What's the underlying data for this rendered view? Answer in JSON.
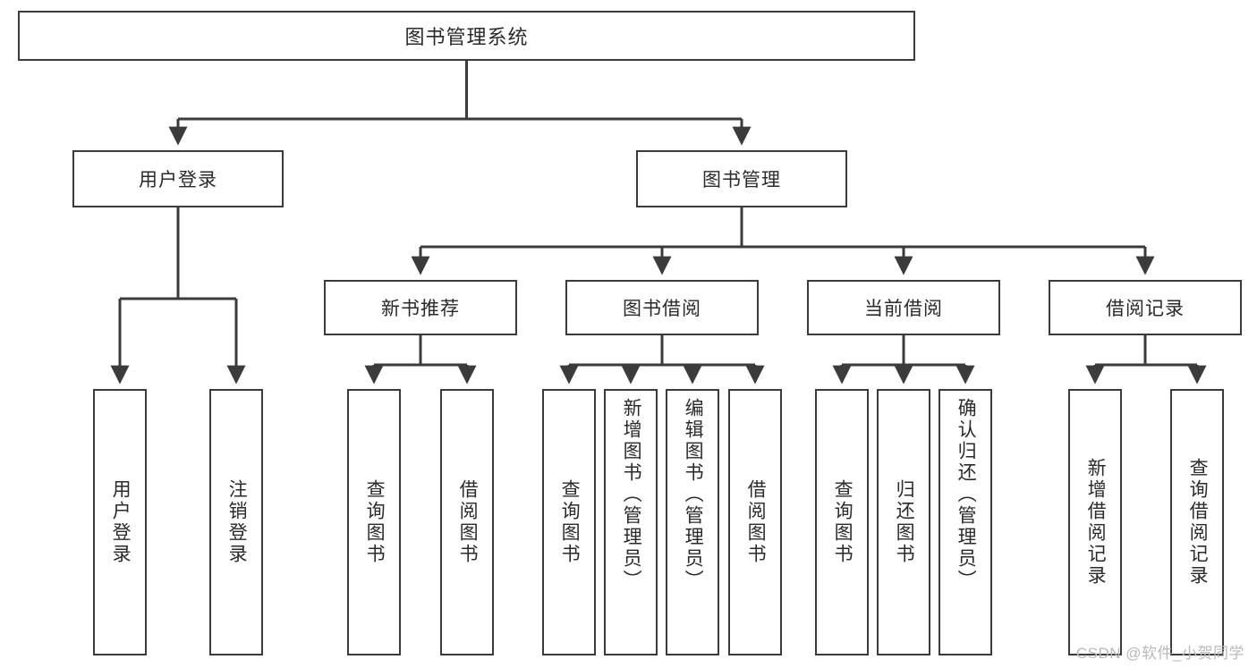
{
  "diagram": {
    "title": "图书管理系统",
    "type": "tree",
    "root": {
      "id": "root",
      "label": "图书管理系统"
    },
    "level2": [
      {
        "id": "user-login",
        "label": "用户登录"
      },
      {
        "id": "book-manage",
        "label": "图书管理"
      }
    ],
    "level3": [
      {
        "id": "new-book-recommend",
        "label": "新书推荐",
        "parent": "book-manage"
      },
      {
        "id": "book-borrow",
        "label": "图书借阅",
        "parent": "book-manage"
      },
      {
        "id": "current-borrow",
        "label": "当前借阅",
        "parent": "book-manage"
      },
      {
        "id": "borrow-record",
        "label": "借阅记录",
        "parent": "book-manage"
      }
    ],
    "leaves": [
      {
        "id": "leaf-user-login",
        "label": "用户登录",
        "parent": "user-login"
      },
      {
        "id": "leaf-user-logout",
        "label": "注销登录",
        "parent": "user-login"
      },
      {
        "id": "leaf-query-book-1",
        "label": "查询图书",
        "parent": "new-book-recommend"
      },
      {
        "id": "leaf-borrow-book-1",
        "label": "借阅图书",
        "parent": "new-book-recommend"
      },
      {
        "id": "leaf-query-book-2",
        "label": "查询图书",
        "parent": "book-borrow"
      },
      {
        "id": "leaf-add-book",
        "label": "新增图书（管理员）",
        "parent": "book-borrow"
      },
      {
        "id": "leaf-edit-book",
        "label": "编辑图书（管理员）",
        "parent": "book-borrow"
      },
      {
        "id": "leaf-borrow-book-2",
        "label": "借阅图书",
        "parent": "book-borrow"
      },
      {
        "id": "leaf-query-book-3",
        "label": "查询图书",
        "parent": "current-borrow"
      },
      {
        "id": "leaf-return-book",
        "label": "归还图书",
        "parent": "current-borrow"
      },
      {
        "id": "leaf-confirm-return",
        "label": "确认归还（管理员）",
        "parent": "current-borrow"
      },
      {
        "id": "leaf-add-record",
        "label": "新增借阅记录",
        "parent": "borrow-record"
      },
      {
        "id": "leaf-query-record",
        "label": "查询借阅记录",
        "parent": "borrow-record"
      }
    ]
  },
  "watermark": {
    "text": "CSDN @软件_小贺同学"
  },
  "colors": {
    "stroke": "#3b3b3b",
    "box_fill": "#ffffff",
    "text": "#2a2a2a",
    "watermark": "#b9b9b9",
    "background": "#ffffff"
  }
}
